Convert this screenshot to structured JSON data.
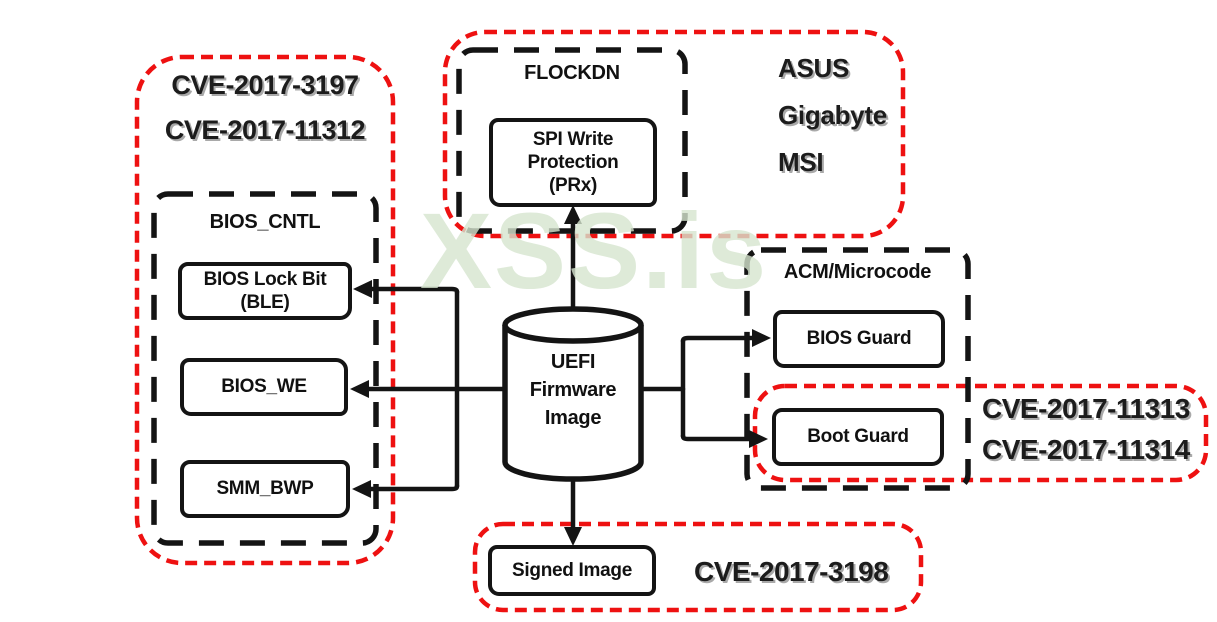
{
  "watermark": {
    "text": "XSS.is"
  },
  "colors": {
    "dashed_red": "#ee1111",
    "line_black": "#141414",
    "watermark_green": "#d6e5cf"
  },
  "left": {
    "cve1": "CVE-2017-3197",
    "cve2": "CVE-2017-11312",
    "group_label": "BIOS_CNTL",
    "box1_line1": "BIOS Lock Bit",
    "box1_line2": "(BLE)",
    "box2": "BIOS_WE",
    "box3": "SMM_BWP"
  },
  "top": {
    "group_label": "FLOCKDN",
    "box_line1": "SPI Write",
    "box_line2": "Protection",
    "box_line3": "(PRx)",
    "vendors": [
      "ASUS",
      "Gigabyte",
      "MSI"
    ]
  },
  "center": {
    "line1": "UEFI",
    "line2": "Firmware",
    "line3": "Image"
  },
  "right": {
    "group_label": "ACM/Microcode",
    "box1": "BIOS Guard",
    "box2": "Boot Guard",
    "cve1": "CVE-2017-11313",
    "cve2": "CVE-2017-11314"
  },
  "bottom": {
    "box": "Signed Image",
    "cve": "CVE-2017-3198"
  }
}
